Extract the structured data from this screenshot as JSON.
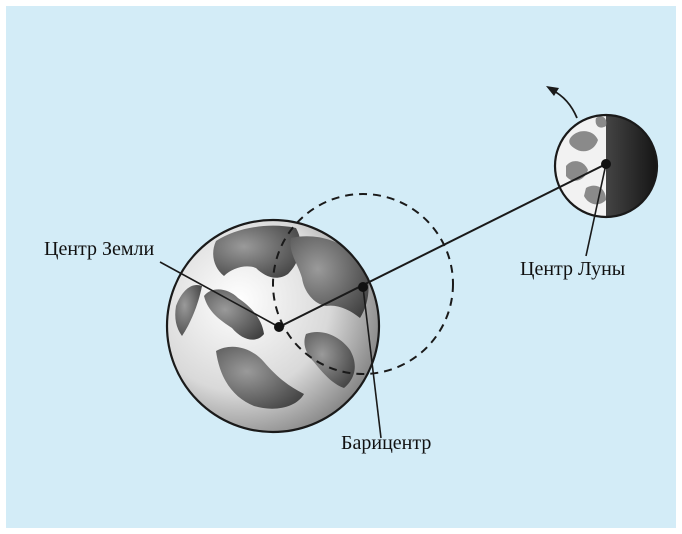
{
  "labels": {
    "earth_center": "Центр Земли",
    "moon_center": "Центр Луны",
    "barycenter": "Барицентр"
  },
  "colors": {
    "background": "#d3ecf7",
    "earth_light": "#f1f1f1",
    "earth_dark": "#6e6e6e",
    "outline": "#1a1a1a"
  }
}
